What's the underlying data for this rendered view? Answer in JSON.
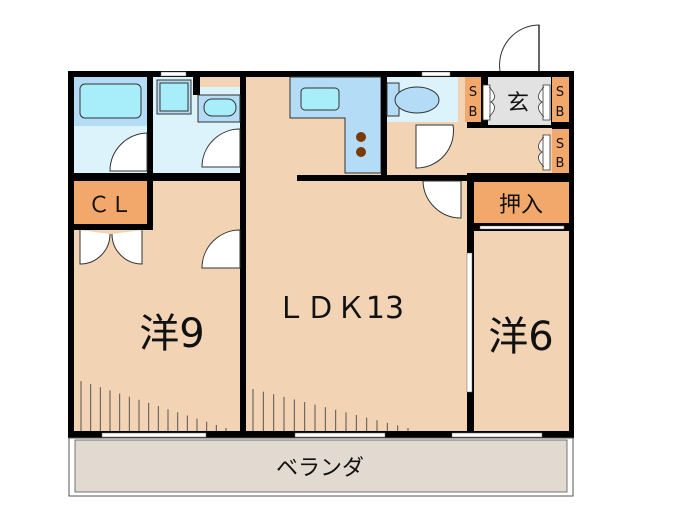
{
  "rooms": {
    "western_9": "洋9",
    "ldk": "ＬＤＫ13",
    "western_6": "洋6",
    "closet": "ＣＬ",
    "oshiire": "押入",
    "genkan": "玄",
    "shoe_box": [
      "S",
      "B"
    ],
    "veranda": "ベランダ"
  },
  "colors": {
    "floor": "#f2d4b4",
    "storage": "#f2a86a",
    "wet_area": "#dcf3fc",
    "fixture": "#b4dcf6",
    "fixture_light": "#a8eefa",
    "genkan": "#e2e2e2",
    "veranda": "#e2dad0",
    "wall": "#000000",
    "stove": "#7a3a08"
  }
}
